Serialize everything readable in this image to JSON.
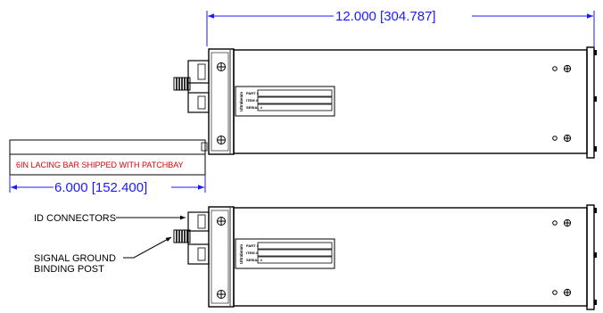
{
  "dimensions": {
    "overall_length": "12.000 [304.787]",
    "lacing_bar_length": "6.000 [152.400]"
  },
  "notes": {
    "lacing_bar": "6IN LACING BAR SHIPPED WITH PATCHBAY"
  },
  "callouts": {
    "id_connectors": "ID CONNECTORS",
    "ground_post_line1": "SIGNAL GROUND",
    "ground_post_line2": "BINDING POST"
  },
  "label_plate": {
    "brand": "Ultrabeam",
    "fields": [
      "PART #",
      "ITEM #",
      "SERIAL #"
    ]
  },
  "colors": {
    "dimension": "#1a1aff",
    "note": "#e00000",
    "outline": "#000000"
  }
}
